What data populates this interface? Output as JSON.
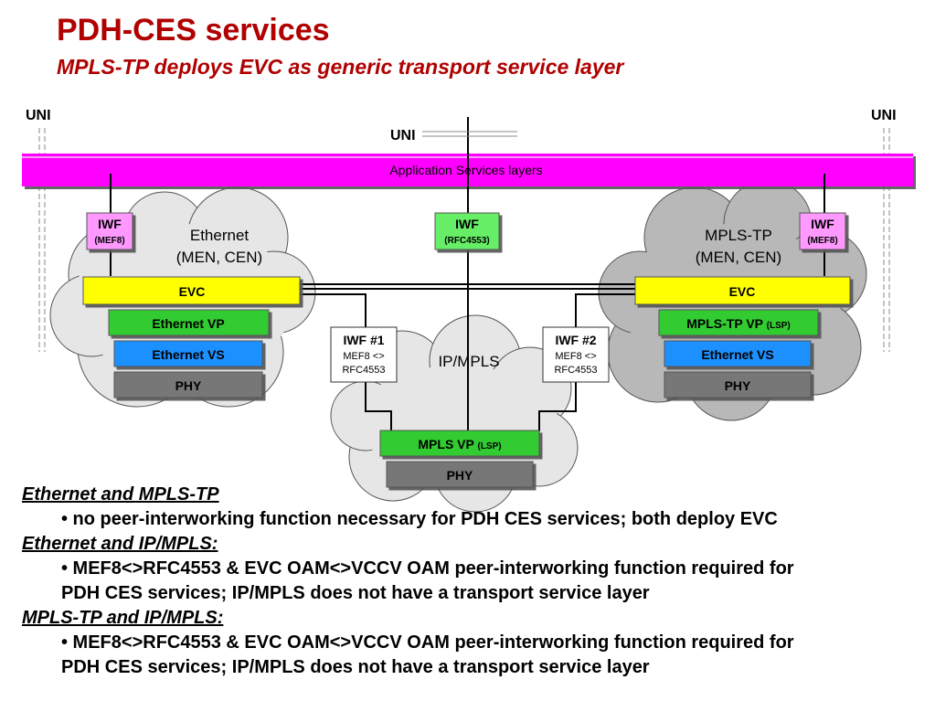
{
  "title": "PDH-CES services",
  "subtitle": "MPLS-TP deploys EVC as generic transport service layer",
  "diagram": {
    "uni_left": "UNI",
    "uni_right": "UNI",
    "uni_center": "UNI",
    "uni_center_dashes": "===========",
    "app_layer": "Application Services layers",
    "iwf": "IWF",
    "iwf_left_sub": "(MEF8)",
    "iwf_center_sub": "(RFC4553)",
    "iwf_right_sub": "(MEF8)",
    "eth_cloud_line1": "Ethernet",
    "eth_cloud_line2": "(MEN, CEN)",
    "mplstp_cloud_line1": "MPLS-TP",
    "mplstp_cloud_line2": "(MEN, CEN)",
    "ipmpls_cloud": "IP/MPLS",
    "evc": "EVC",
    "eth_vp": "Ethernet VP",
    "eth_vs": "Ethernet VS",
    "phy": "PHY",
    "mplstp_vp": "MPLS-TP VP",
    "mplstp_vp_sub": "(LSP)",
    "mpls_vp": "MPLS VP",
    "mpls_vp_sub": "(LSP)",
    "iwf1_title": "IWF #1",
    "iwf2_title": "IWF #2",
    "iwf12_line2": "MEF8 <>",
    "iwf12_line3": "RFC4553"
  },
  "colors": {
    "title": "#b00000",
    "magenta": "#ff00ff",
    "iwf_pink": "#ff99ff",
    "iwf_green": "#66ee66",
    "evc_yellow": "#ffff00",
    "vp_green": "#33cc33",
    "vs_blue": "#1e90ff",
    "phy_gray": "#777777",
    "cloud_light": "#e6e6e6",
    "cloud_dark": "#b8b8b8"
  },
  "text_blocks": [
    {
      "heading": "Ethernet and MPLS-TP",
      "bullet_lines": [
        "• no peer-interworking function necessary for PDH CES services; both deploy EVC"
      ]
    },
    {
      "heading": "Ethernet and IP/MPLS:",
      "bullet_lines": [
        "• MEF8<>RFC4553 & EVC OAM<>VCCV OAM peer-interworking function required for",
        "PDH CES services; IP/MPLS does not have a transport service layer"
      ]
    },
    {
      "heading": "MPLS-TP and IP/MPLS:",
      "bullet_lines": [
        "• MEF8<>RFC4553 & EVC OAM<>VCCV OAM peer-interworking function required for",
        "PDH CES services; IP/MPLS does not have a transport service layer"
      ]
    }
  ]
}
